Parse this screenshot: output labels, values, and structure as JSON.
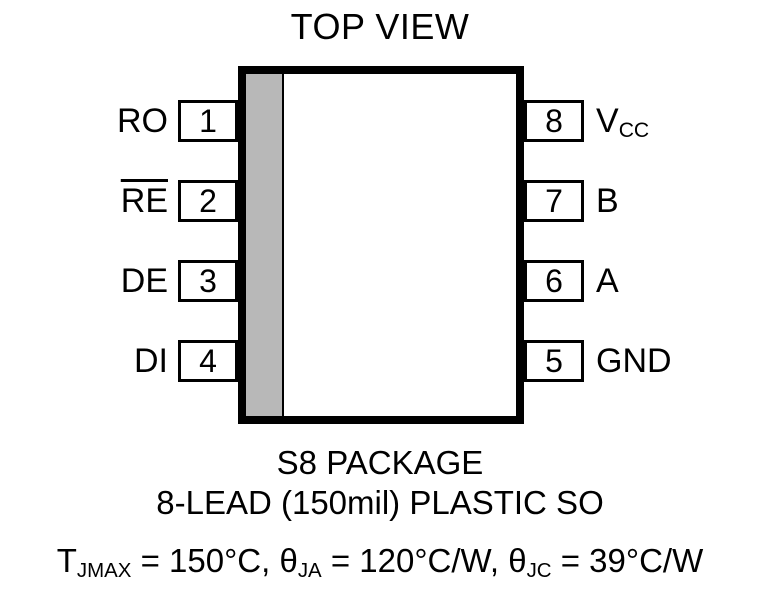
{
  "title": "TOP VIEW",
  "ic": {
    "pins_left": [
      {
        "number": "1",
        "label": "RO",
        "overline": false
      },
      {
        "number": "2",
        "label": "RE",
        "overline": true
      },
      {
        "number": "3",
        "label": "DE",
        "overline": false
      },
      {
        "number": "4",
        "label": "DI",
        "overline": false
      }
    ],
    "pins_right": [
      {
        "number": "8",
        "label": "V",
        "label_sub": "CC"
      },
      {
        "number": "7",
        "label": "B",
        "label_sub": ""
      },
      {
        "number": "6",
        "label": "A",
        "label_sub": ""
      },
      {
        "number": "5",
        "label": "GND",
        "label_sub": ""
      }
    ]
  },
  "footer": {
    "package_name": "S8 PACKAGE",
    "package_description": "8-LEAD (150mil) PLASTIC SO",
    "thermal": {
      "segments": [
        {
          "text": "T",
          "sub": "JMAX"
        },
        {
          "text": " = 150°C, θ",
          "sub": "JA"
        },
        {
          "text": " = 120°C/W, θ",
          "sub": "JC"
        },
        {
          "text": " = 39°C/W",
          "sub": ""
        }
      ]
    }
  },
  "colors": {
    "stripe": "#b8b8b8",
    "outline": "#000000",
    "background": "#ffffff"
  }
}
